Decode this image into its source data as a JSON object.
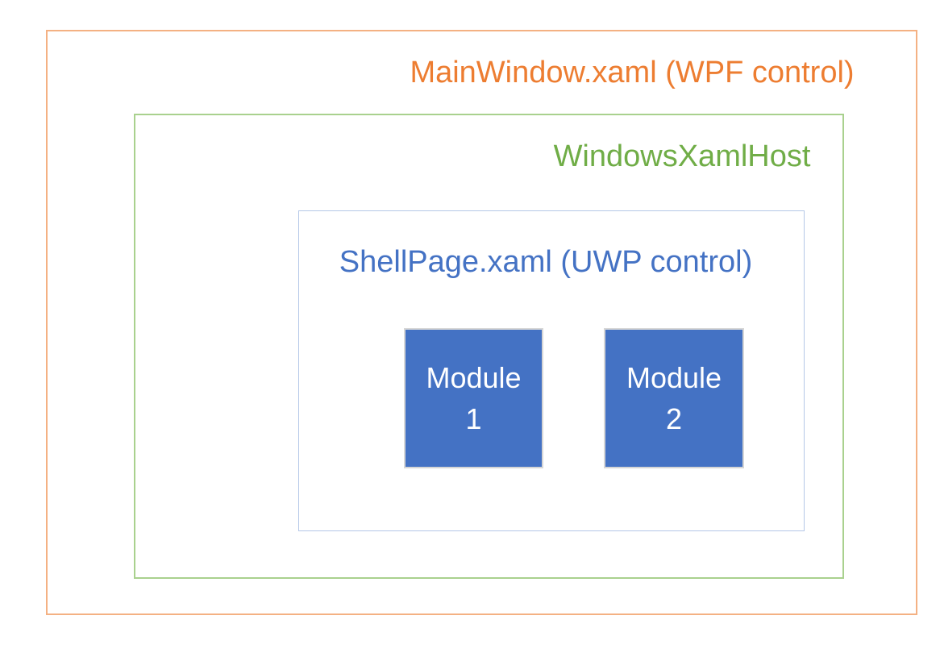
{
  "diagram": {
    "description": "Nested architecture diagram showing a UWP page hosted inside a WPF window via WindowsXamlHost",
    "background": "#FFFFFF",
    "boxes": {
      "main_window": {
        "label": "MainWindow.xaml (WPF control)",
        "text_color": "#ED7D31",
        "border_color": "#F4B183"
      },
      "xaml_host": {
        "label": "WindowsXamlHost",
        "text_color": "#70AD47",
        "border_color": "#A9D18E"
      },
      "shell_page": {
        "label": "ShellPage.xaml (UWP control)",
        "text_color": "#4472C4",
        "border_color": "#B4C7E7"
      },
      "modules": [
        {
          "label": "Module\n1",
          "fill": "#4472C4",
          "border_color": "#D6D6D6",
          "text_color": "#FFFFFF"
        },
        {
          "label": "Module\n2",
          "fill": "#4472C4",
          "border_color": "#D6D6D6",
          "text_color": "#FFFFFF"
        }
      ]
    }
  }
}
